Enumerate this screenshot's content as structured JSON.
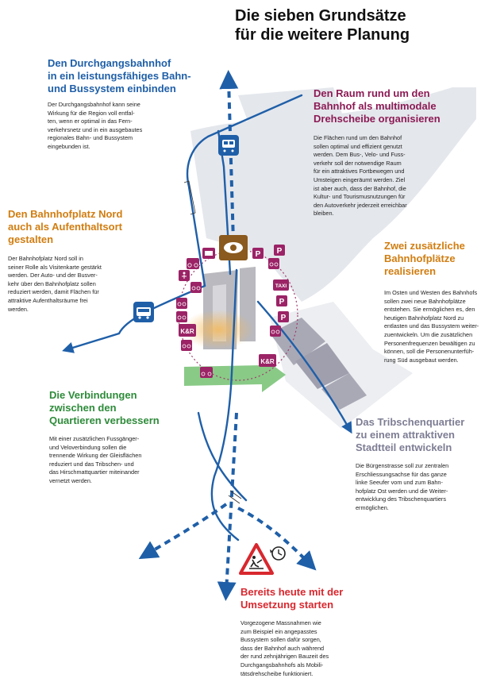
{
  "title": [
    "Die sieben Grundsätze",
    "für die weitere Planung"
  ],
  "sections": {
    "durchgang": {
      "heading": [
        "Den Durchgangsbahnhof",
        "in ein leistungsfähiges Bahn-",
        "und Bussystem einbinden"
      ],
      "body": [
        "Der Durchgangsbahnhof kann seine",
        "Wirkung für die Region voll entfal-",
        "ten, wenn er optimal in das Fern-",
        "verkehrsnetz und in ein ausgebautes",
        "regionales Bahn- und Bussystem",
        "eingebunden ist."
      ]
    },
    "drehscheibe": {
      "heading": [
        "Den Raum rund um den",
        "Bahnhof als multimodale",
        "Drehscheibe organisieren"
      ],
      "body": [
        "Die Flächen rund um den Bahnhof",
        "sollen optimal und effizient genutzt",
        "werden. Dem Bus-, Velo- und Fuss-",
        "verkehr soll der notwendige Raum",
        "für ein attraktives Fortbewegen und",
        "Umsteigen eingeräumt werden. Ziel",
        "ist aber auch, dass der Bahnhof, die",
        "Kultur- und Tourismusnutzungen für",
        "den Autoverkehr jederzeit erreichbar",
        "bleiben."
      ]
    },
    "nord": {
      "heading": [
        "Den Bahnhofplatz Nord",
        "auch als Aufenthaltsort",
        "gestalten"
      ],
      "body": [
        "Der Bahnhofplatz Nord soll in",
        "seiner Rolle als Visitenkarte gestärkt",
        "werden. Der Auto- und der Busver-",
        "kehr über den Bahnhofplatz sollen",
        "reduziert werden, damit Flächen für",
        "attraktive Aufenthaltsräume frei",
        "werden."
      ]
    },
    "plaetze": {
      "heading": [
        "Zwei zusätzliche",
        "Bahnhofplätze",
        "realisieren"
      ],
      "body": [
        "Im Osten und Westen des Bahnhofs",
        "sollen zwei neue Bahnhofplätze",
        "entstehen. Sie ermöglichen es, den",
        "heutigen Bahnhofplatz Nord zu",
        "entlasten und das Bussystem weiter-",
        "zuentwickeln. Um die zusätzlichen",
        "Personenfrequenzen bewältigen zu",
        "können, soll die Personenunterfüh-",
        "rung Süd ausgebaut werden."
      ]
    },
    "verbindungen": {
      "heading": [
        "Die Verbindungen",
        "zwischen den",
        "Quartieren verbessern"
      ],
      "body": [
        "Mit einer zusätzlichen Fussgänger-",
        "und Veloverbindung sollen die",
        "trennende Wirkung der Gleisflächen",
        "reduziert und das Tribschen- und",
        "das Hirschmattquartier miteinander",
        "vernetzt werden."
      ]
    },
    "tribschen": {
      "heading": [
        "Das Tribschenquartier",
        "zu einem attraktiven",
        "Stadtteil entwickeln"
      ],
      "body": [
        "Die Bürgenstrasse soll zur zentralen",
        "Erschliessungsachse für das ganze",
        "linke Seeufer vom und zum Bahn-",
        "hofplatz Ost werden und die Weiter-",
        "entwicklung des Tribschenquartiers",
        "ermöglichen."
      ]
    },
    "umsetzung": {
      "heading": [
        "Bereits heute mit der",
        "Umsetzung starten"
      ],
      "body": [
        "Vorgezogene Massnahmen wie",
        "zum Beispiel ein angepasstes",
        "Bussystem sollen dafür sorgen,",
        "dass der Bahnhof auch während",
        "der rund zehnjährigen Bauzeit des",
        "Durchgangsbahnhofs als Mobili-",
        "tätsdrehscheibe funktioniert."
      ]
    }
  },
  "map_labels": {
    "taxi": "TAXI",
    "kr_left": "K&R",
    "kr_right": "K&R",
    "p1": "P",
    "p2": "P",
    "p3": "P",
    "p4": "P"
  },
  "colors": {
    "blue": "#1f5fa8",
    "magenta": "#8c1b55",
    "orange": "#d17d10",
    "green": "#2e8b3a",
    "grey": "#7d7d94",
    "red": "#d8272e",
    "land": "#e4e7ec",
    "station": "#b9b9bf",
    "eye_box": "#8a5a1e"
  },
  "icons": [
    "train-icon",
    "bus-icon",
    "eye-icon",
    "parking-icon",
    "taxi-icon",
    "bike-icon",
    "pedestrian-icon",
    "kiss-and-ride-icon",
    "construction-sign-icon",
    "clock-icon"
  ]
}
